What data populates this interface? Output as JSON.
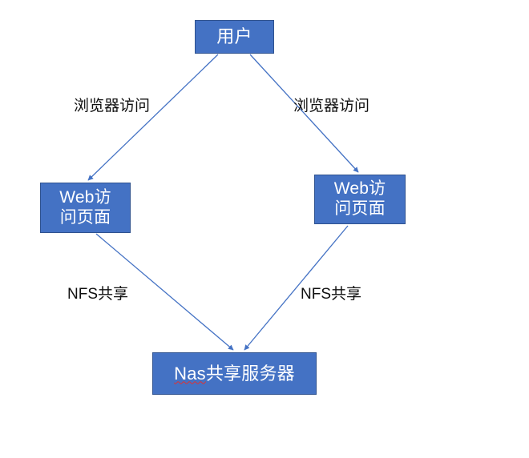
{
  "diagram": {
    "type": "flow-diagram",
    "background_color": "#FFFFFF",
    "node_fill_color": "#4472C4",
    "node_border_color": "#2F528F",
    "node_text_color": "#FFFFFF",
    "edge_color": "#4472C4",
    "edge_label_color": "#101010",
    "spellcheck_underline_color": "#E03131",
    "nodes": [
      {
        "id": "user",
        "label": "用户"
      },
      {
        "id": "web-left",
        "label": "Web访\n问页面"
      },
      {
        "id": "web-right",
        "label": "Web访\n问页面"
      },
      {
        "id": "nas",
        "label_misspelled": "Nas",
        "label_rest": "共享服务器"
      }
    ],
    "edges": [
      {
        "id": "user-to-web-left",
        "from": "user",
        "to": "web-left",
        "label": "浏览器访问"
      },
      {
        "id": "user-to-web-right",
        "from": "user",
        "to": "web-right",
        "label": "浏览器访问"
      },
      {
        "id": "web-left-to-nas",
        "from": "web-left",
        "to": "nas",
        "label": "NFS共享"
      },
      {
        "id": "web-right-to-nas",
        "from": "web-right",
        "to": "nas",
        "label": "NFS共享"
      }
    ]
  }
}
